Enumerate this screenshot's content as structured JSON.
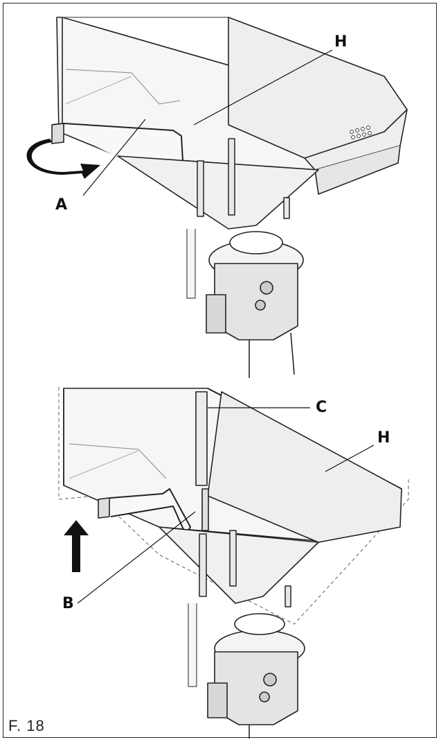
{
  "figure": {
    "label": "F. 18"
  },
  "callouts": {
    "top_h": "H",
    "top_a": "A",
    "bottom_c": "C",
    "bottom_h": "H",
    "bottom_b": "B"
  },
  "icons": {
    "rotate": "curved-rotate-arrow-icon",
    "lift": "up-arrow-icon"
  },
  "colors": {
    "line": "#222222",
    "fill_light": "#f2f2f2",
    "fill_mid": "#e3e3e3",
    "arrow": "#111111"
  }
}
